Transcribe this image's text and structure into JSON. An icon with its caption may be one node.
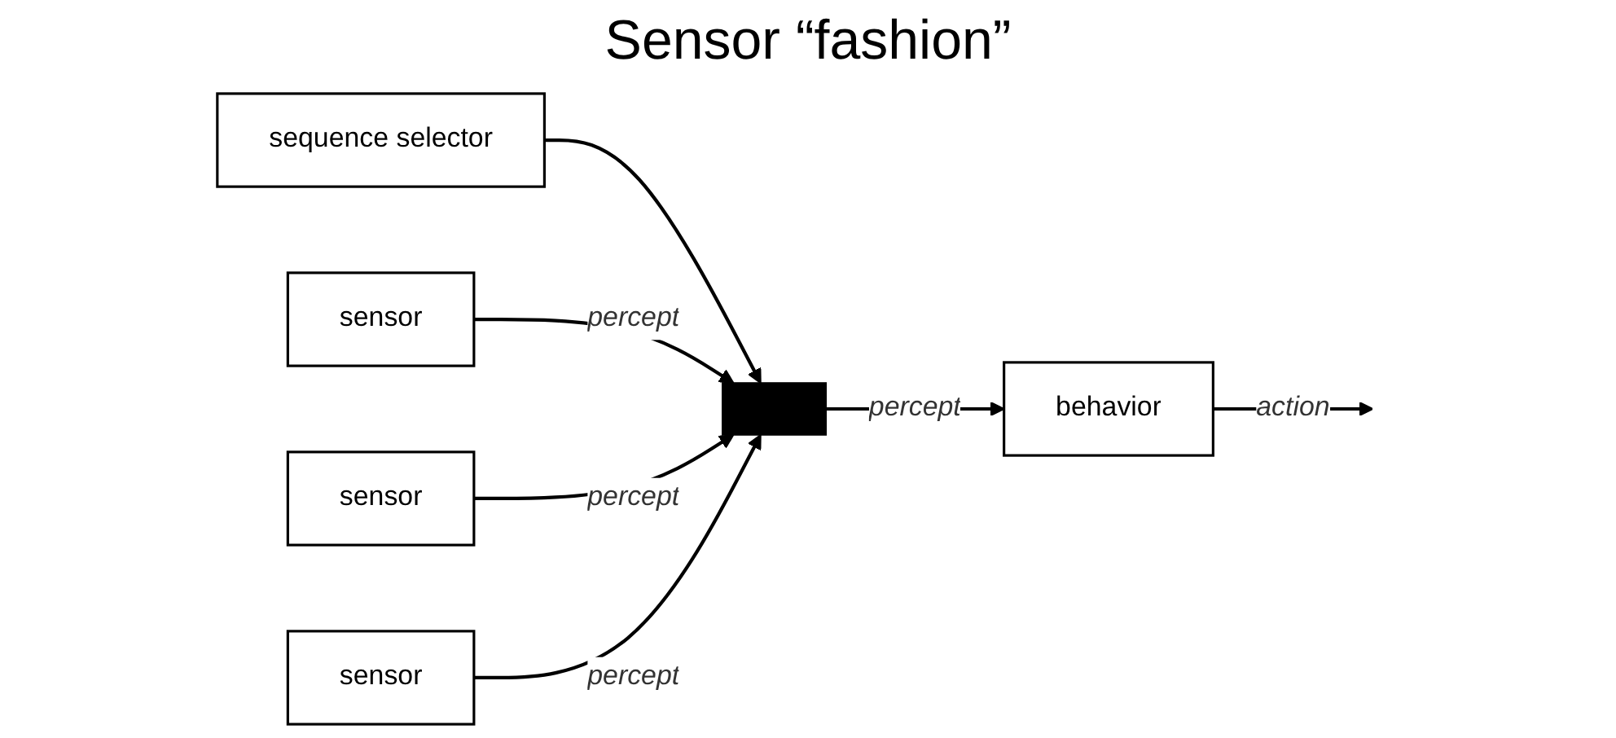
{
  "diagram": {
    "title": "Sensor “fashion”",
    "nodes": [
      {
        "text": [
          "sequence selector"
        ]
      },
      {
        "text": [
          "sensor"
        ]
      },
      {
        "text": [
          "sensor"
        ]
      },
      {
        "text": [
          "sensor"
        ]
      },
      {
        "text": [],
        "shape": "bar"
      },
      {
        "text": [
          "behavior"
        ]
      }
    ],
    "edges": [
      {
        "from": 0,
        "to": 4,
        "arrow": "to"
      },
      {
        "from": 1,
        "to": 4,
        "arrow": "to",
        "label": "percept"
      },
      {
        "from": 2,
        "to": 4,
        "arrow": "to",
        "label": "percept"
      },
      {
        "from": 3,
        "to": 4,
        "arrow": "to",
        "label": "percept"
      },
      {
        "from": 4,
        "to": 5,
        "arrow": "to",
        "label": "percept"
      },
      {
        "from": 5,
        "to": null,
        "arrow": "to",
        "label": "action"
      }
    ]
  }
}
